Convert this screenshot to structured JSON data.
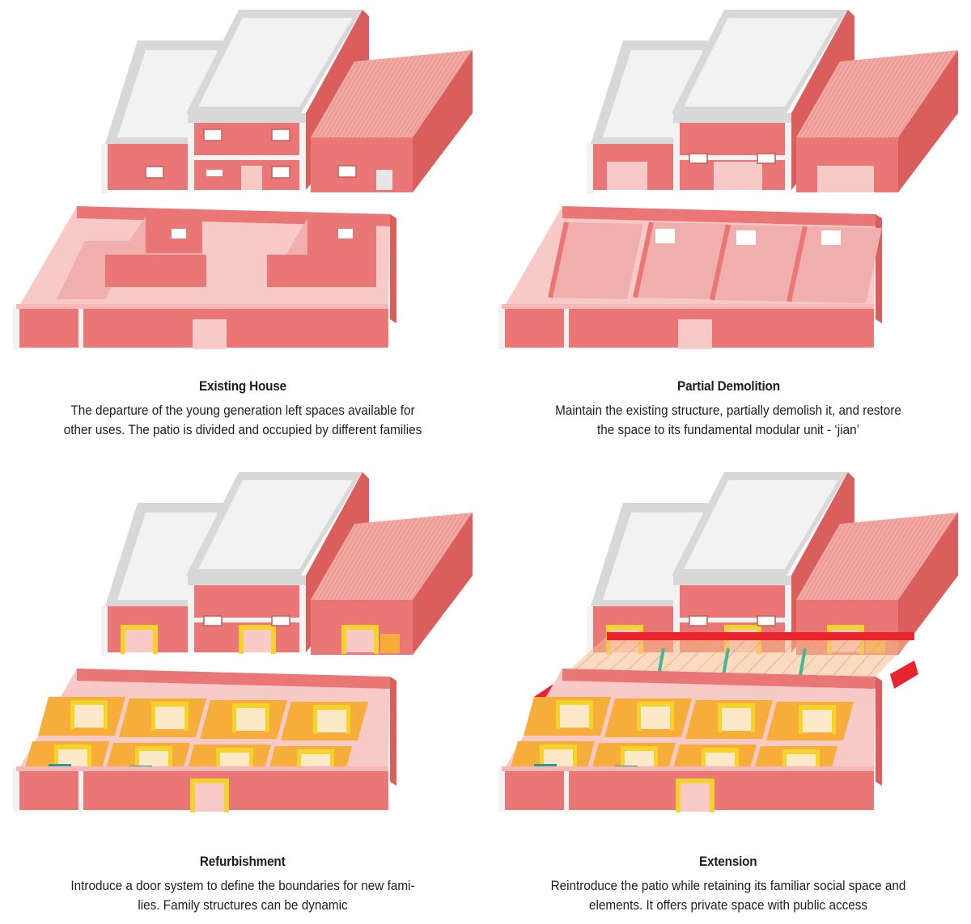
{
  "colors": {
    "wall": "#ea7775",
    "wall_dark": "#d95e5c",
    "floor": "#f7c9c7",
    "roof_grey": "#d8d8d8",
    "roof_top": "#f2f2f2",
    "corrugated": "#f2a9a4",
    "door_yellow": "#f5d32a",
    "partition_orange": "#f6ad3a",
    "furniture_teal": "#2b9a8e",
    "extension_red": "#e8252d"
  },
  "panels": [
    {
      "title": "Existing House",
      "lines": [
        "The departure of the young generation left spaces available for",
        "other uses. The patio is divided and occupied by different families"
      ]
    },
    {
      "title": "Partial Demolition",
      "lines": [
        "Maintain the existing structure, partially demolish it, and restore",
        "the space to its fundamental modular unit - ‘jian’"
      ]
    },
    {
      "title": "Refurbishment",
      "lines": [
        "Introduce a door system to define the boundaries for new fami-",
        "lies. Family structures can be dynamic"
      ]
    },
    {
      "title": "Extension",
      "lines": [
        "Reintroduce the patio while retaining its familiar social space and",
        "elements. It offers private space with public access"
      ]
    }
  ]
}
